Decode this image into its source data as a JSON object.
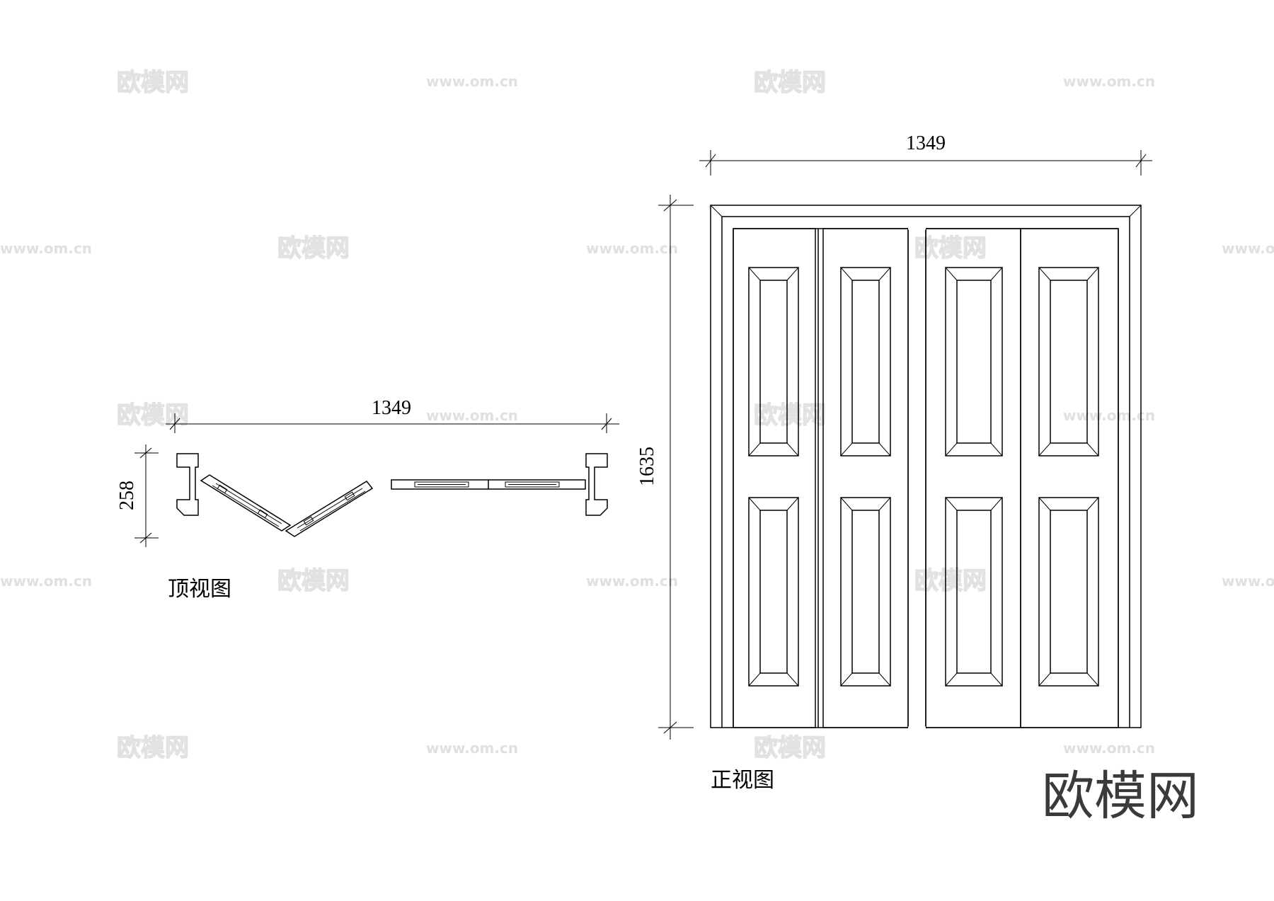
{
  "watermark": {
    "brand": "欧模网",
    "url": "www.om.cn"
  },
  "top_view": {
    "label": "顶视图",
    "width_dimension": "1349",
    "depth_dimension": "258"
  },
  "front_view": {
    "label": "正视图",
    "width_dimension": "1349",
    "height_dimension": "1635"
  }
}
